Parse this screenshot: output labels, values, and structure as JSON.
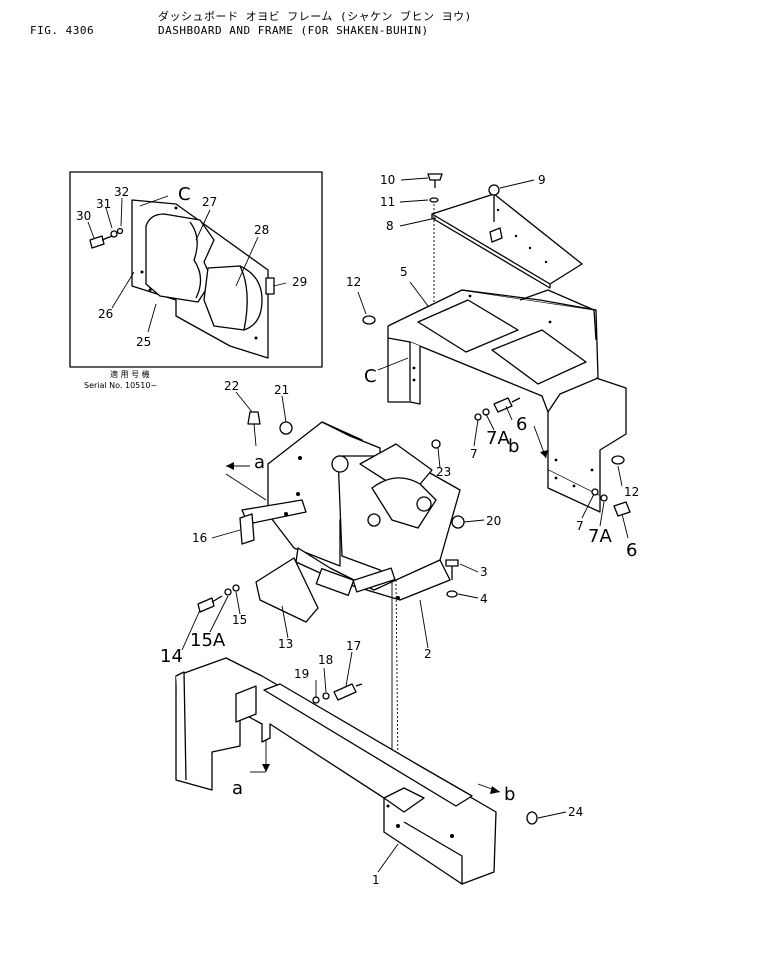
{
  "header": {
    "fig_number": "FIG. 4306",
    "title_jp": "ダッシュボード オヨビ フレーム (シャケン ブヒン ヨウ)",
    "title_en": "DASHBOARD AND FRAME (FOR SHAKEN-BUHIN)"
  },
  "inset": {
    "applicable_label": "適 用 号 機",
    "serial": "Serial No. 10510~"
  },
  "callouts": [
    {
      "id": "1",
      "label": "1"
    },
    {
      "id": "2",
      "label": "2"
    },
    {
      "id": "3",
      "label": "3"
    },
    {
      "id": "4",
      "label": "4"
    },
    {
      "id": "5",
      "label": "5"
    },
    {
      "id": "6a",
      "label": "6"
    },
    {
      "id": "6b",
      "label": "6"
    },
    {
      "id": "7a",
      "label": "7"
    },
    {
      "id": "7b",
      "label": "7"
    },
    {
      "id": "7Aa",
      "label": "7A"
    },
    {
      "id": "7Ab",
      "label": "7A"
    },
    {
      "id": "8",
      "label": "8"
    },
    {
      "id": "9",
      "label": "9"
    },
    {
      "id": "10",
      "label": "10"
    },
    {
      "id": "11",
      "label": "11"
    },
    {
      "id": "12a",
      "label": "12"
    },
    {
      "id": "12b",
      "label": "12"
    },
    {
      "id": "13",
      "label": "13"
    },
    {
      "id": "14",
      "label": "14"
    },
    {
      "id": "15",
      "label": "15"
    },
    {
      "id": "15A",
      "label": "15A"
    },
    {
      "id": "16",
      "label": "16"
    },
    {
      "id": "17",
      "label": "17"
    },
    {
      "id": "18",
      "label": "18"
    },
    {
      "id": "19",
      "label": "19"
    },
    {
      "id": "20",
      "label": "20"
    },
    {
      "id": "21",
      "label": "21"
    },
    {
      "id": "22",
      "label": "22"
    },
    {
      "id": "23",
      "label": "23"
    },
    {
      "id": "24",
      "label": "24"
    },
    {
      "id": "25",
      "label": "25"
    },
    {
      "id": "26",
      "label": "26"
    },
    {
      "id": "27",
      "label": "27"
    },
    {
      "id": "28",
      "label": "28"
    },
    {
      "id": "29",
      "label": "29"
    },
    {
      "id": "30",
      "label": "30"
    },
    {
      "id": "31",
      "label": "31"
    },
    {
      "id": "32",
      "label": "32"
    },
    {
      "id": "Ca",
      "label": "C"
    },
    {
      "id": "Cb",
      "label": "C"
    },
    {
      "id": "aa",
      "label": "a"
    },
    {
      "id": "ab",
      "label": "a"
    },
    {
      "id": "ba",
      "label": "b"
    },
    {
      "id": "bb",
      "label": "b"
    }
  ]
}
